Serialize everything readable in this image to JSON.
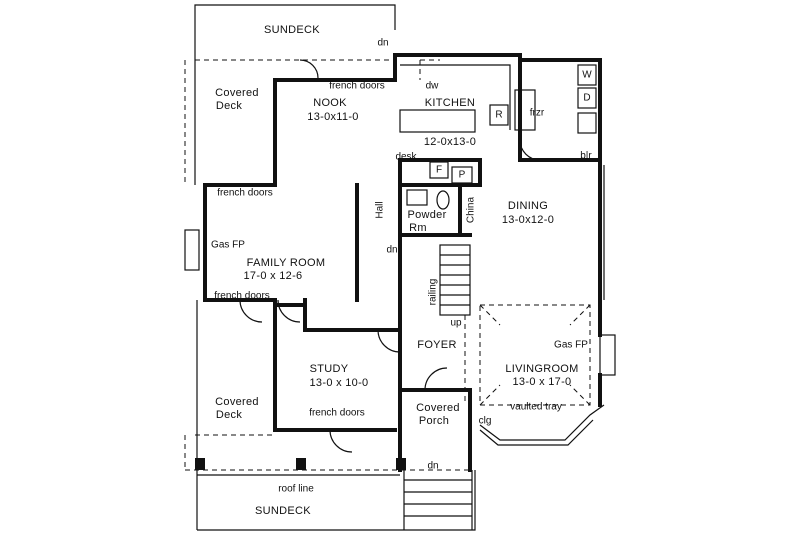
{
  "plan": {
    "rooms": {
      "sundeck_top": "SUNDECK",
      "covered_deck_top": [
        "Covered",
        "Deck"
      ],
      "nook": [
        "NOOK",
        "13-0x11-0"
      ],
      "kitchen": [
        "KITCHEN",
        "12-0x13-0"
      ],
      "dining": [
        "DINING",
        "13-0x12-0"
      ],
      "family_room": [
        "FAMILY ROOM",
        "17-0 x 12-6"
      ],
      "study": [
        "STUDY",
        "13-0 x 10-0"
      ],
      "foyer": "FOYER",
      "livingroom": [
        "LIVINGROOM",
        "13-0 x 17-0"
      ],
      "covered_deck_bottom": [
        "Covered",
        "Deck"
      ],
      "covered_porch": [
        "Covered",
        "Porch"
      ],
      "sundeck_bottom": "SUNDECK",
      "powder_rm": [
        "Powder",
        "Rm"
      ]
    },
    "labels": {
      "dn_top": "dn",
      "french_doors_nook": "french doors",
      "dw": "dw",
      "french_doors_family_top": "french doors",
      "french_doors_family_bottom": "french doors",
      "french_doors_study": "french doors",
      "desk": "desk",
      "hall": "Hall",
      "china": "China",
      "dn_stair": "dn",
      "railing": "railing",
      "up": "up",
      "gas_fp_family": "Gas FP",
      "gas_fp_living": "Gas FP",
      "vaulted_tray": "vaulted tray",
      "clg": "clg",
      "dn_porch": "dn",
      "roof_line": "roof line",
      "fridge": "frzr",
      "range": "R",
      "washer": "W",
      "dryer": "D",
      "fridge_f": "F",
      "pantry_p": "P",
      "bar": "b|r"
    }
  }
}
